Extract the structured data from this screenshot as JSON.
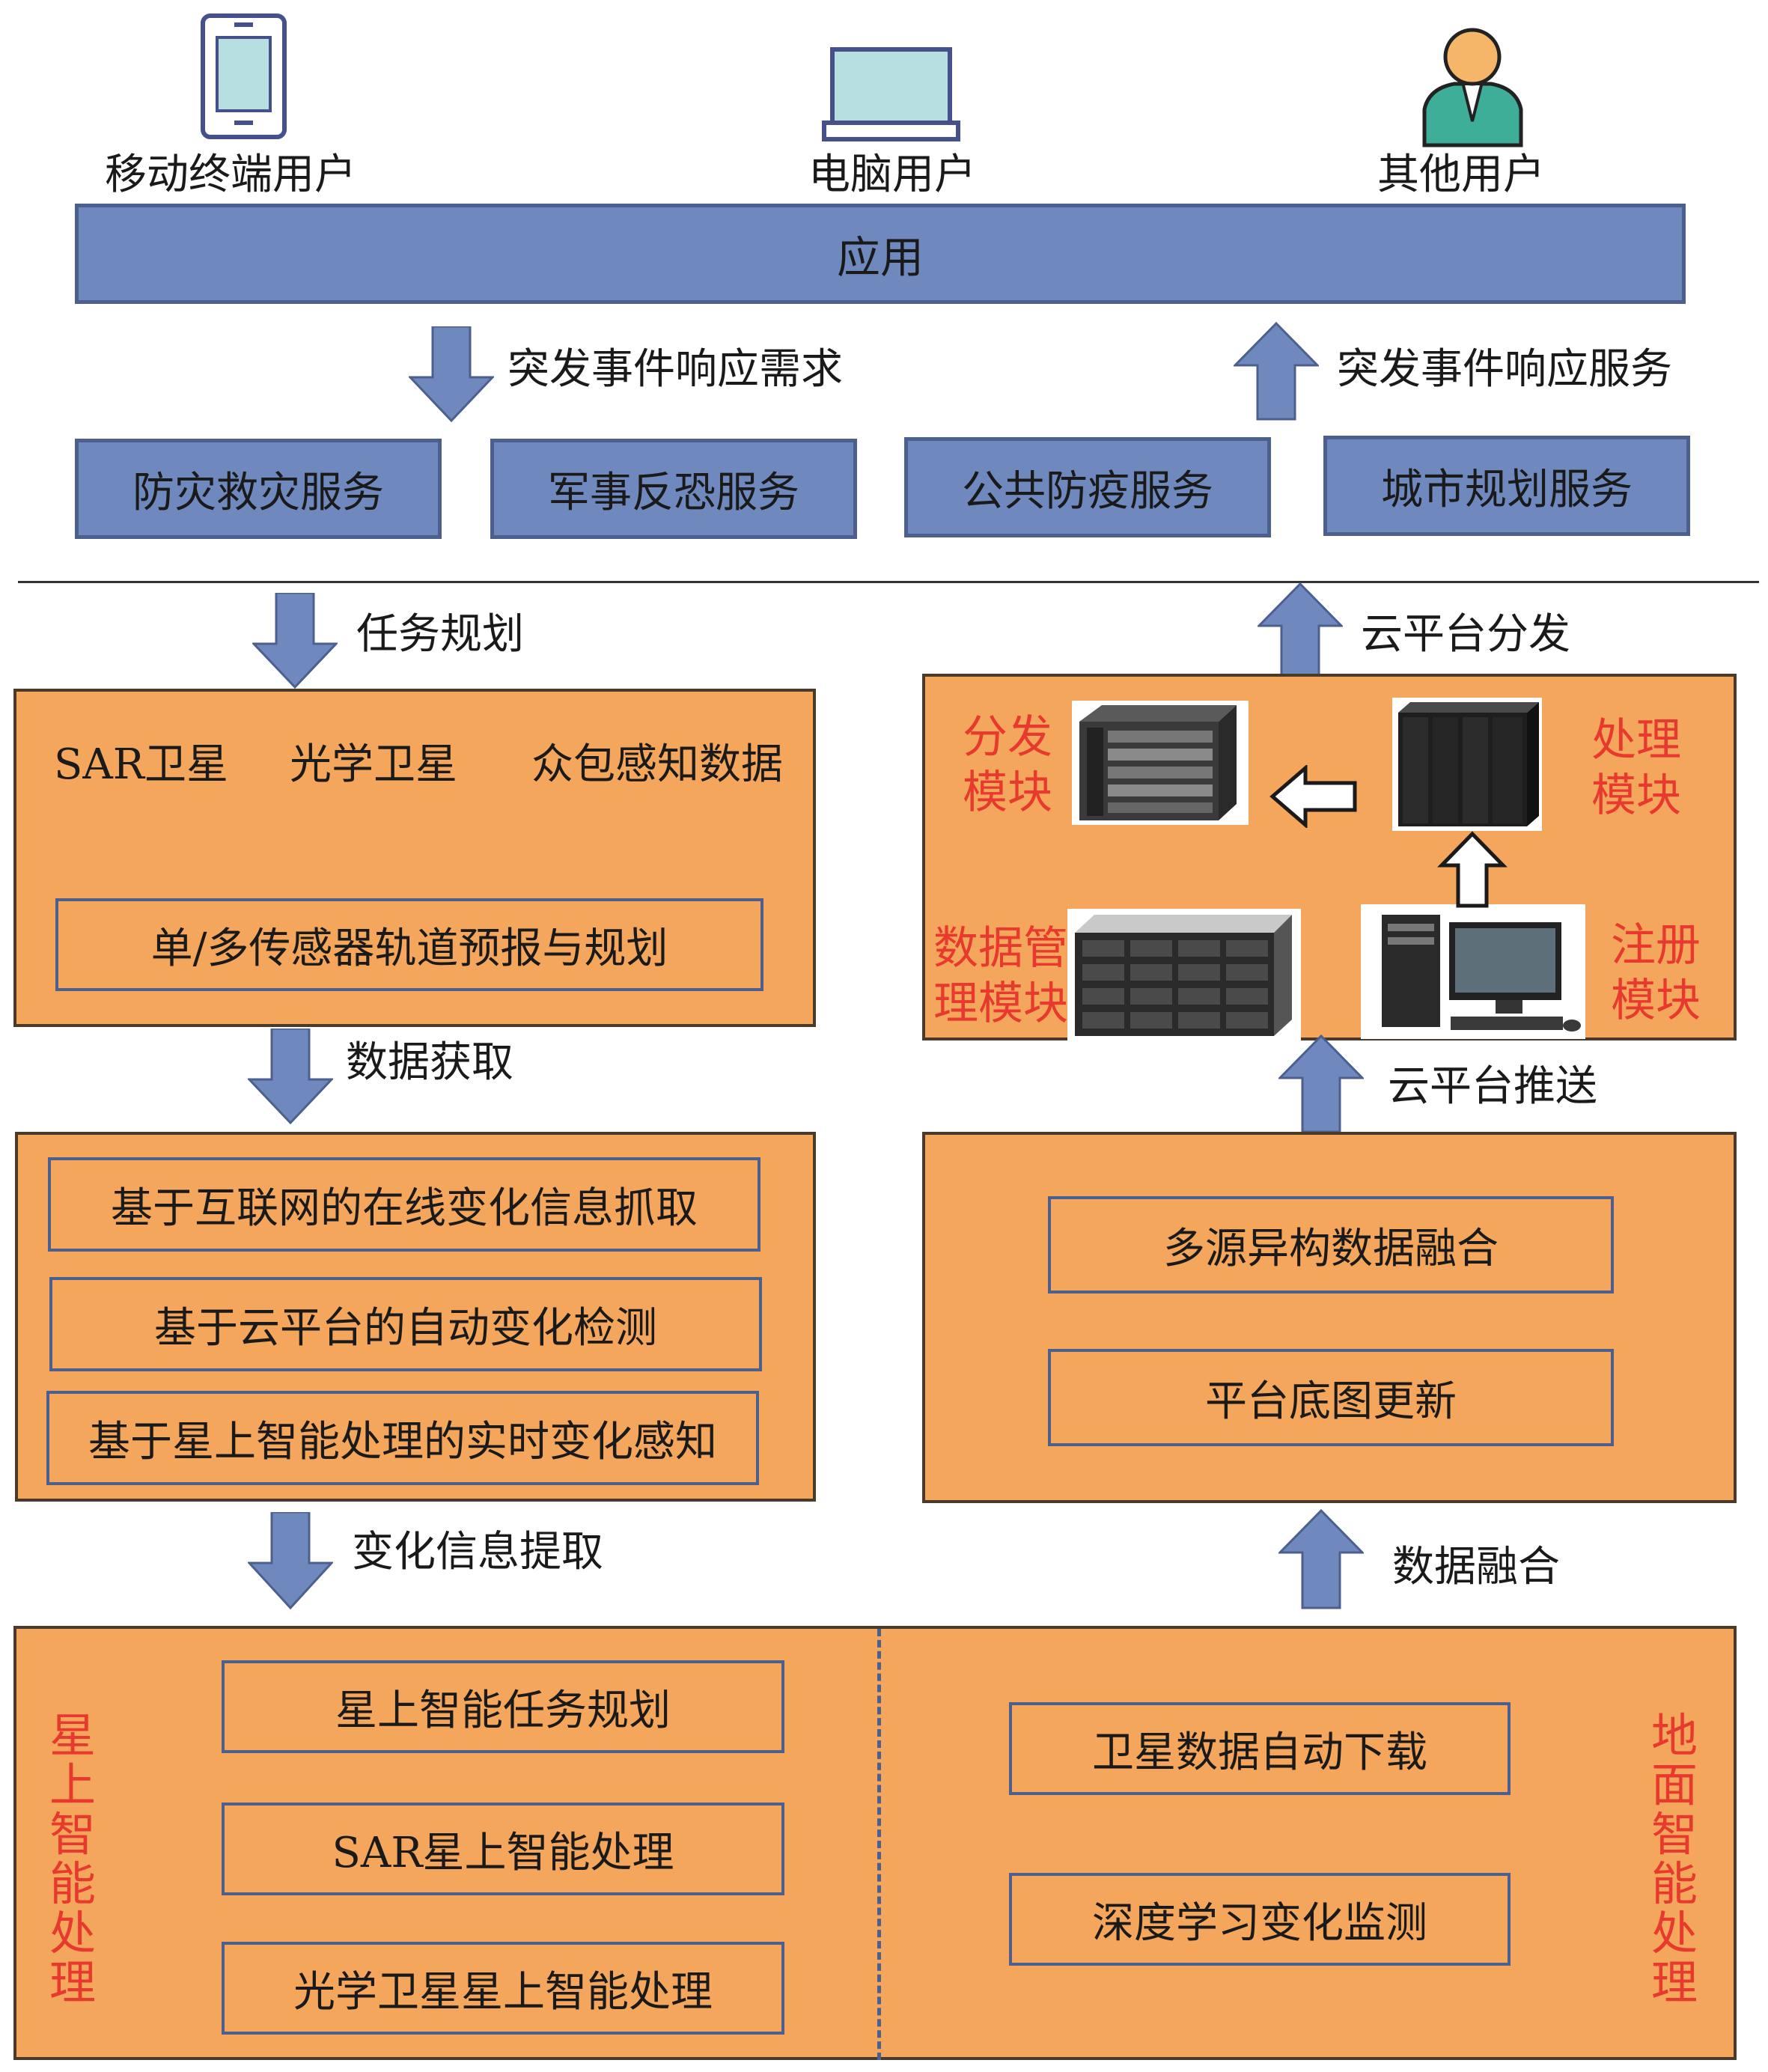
{
  "users": {
    "mobile": "移动终端用户",
    "pc": "电脑用户",
    "other": "其他用户"
  },
  "app_bar": "应用",
  "arrows": {
    "demand": "突发事件响应需求",
    "service": "突发事件响应服务",
    "task_planning": "任务规划",
    "cloud_distribute": "云平台分发",
    "data_acquisition": "数据获取",
    "cloud_push": "云平台推送",
    "change_extraction": "变化信息提取",
    "data_fusion": "数据融合"
  },
  "services": [
    "防灾救灾服务",
    "军事反恐服务",
    "公共防疫服务",
    "城市规划服务"
  ],
  "sensors": {
    "items": [
      "SAR卫星",
      "光学卫星",
      "众包感知数据"
    ],
    "orbit": "单/多传感器轨道预报与规划"
  },
  "cloud_modules": {
    "distribute": "分发模块",
    "process": "处理模块",
    "data_manage": "数据管理模块",
    "register": "注册模块"
  },
  "change_detection": [
    "基于互联网的在线变化信息抓取",
    "基于云平台的自动变化检测",
    "基于星上智能处理的实时变化感知"
  ],
  "fusion": [
    "多源异构数据融合",
    "平台底图更新"
  ],
  "onboard": {
    "side_label": "星上智能处理",
    "items": [
      "星上智能任务规划",
      "SAR星上智能处理",
      "光学卫星星上智能处理"
    ]
  },
  "ground": {
    "side_label": "地面智能处理",
    "items": [
      "卫星数据自动下载",
      "深度学习变化监测"
    ]
  },
  "colors": {
    "blue_fill": "#6f89bf",
    "orange_fill": "#f4a65c",
    "module_red": "#e8392f"
  }
}
